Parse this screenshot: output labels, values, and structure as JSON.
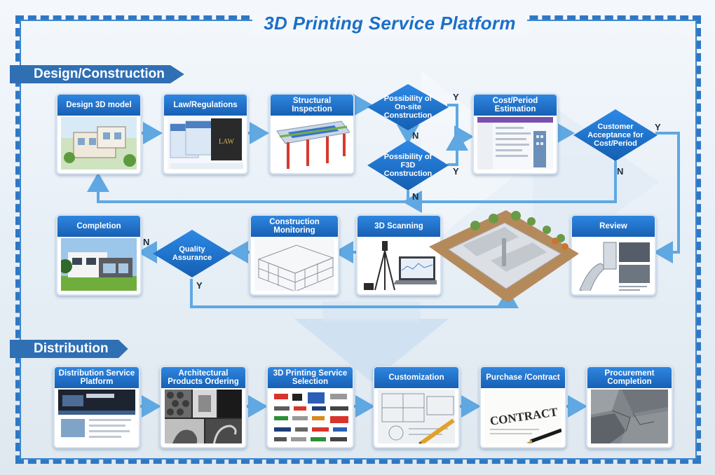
{
  "title": "3D Printing Service Platform",
  "sections": {
    "design": "Design/Construction",
    "distribution": "Distribution"
  },
  "design_cards": {
    "design_model": "Design 3D model",
    "law": "Law/Regulations",
    "law_book": "LAW",
    "structural": "Structural Inspection",
    "cost": "Cost/Period Estimation",
    "review": "Review",
    "scanning": "3D Scanning",
    "monitoring": "Construction Monitoring",
    "completion": "Completion"
  },
  "decisions": {
    "onsite": "Possibility of On-site Construction",
    "f3d": "Possibility of F3D Construction",
    "customer": "Customer Acceptance for Cost/Period",
    "quality": "Quality Assurance"
  },
  "yn": {
    "y": "Y",
    "n": "N"
  },
  "distribution_cards": {
    "platform": "Distribution Service Platform",
    "ordering": "Architectural Products Ordering",
    "selection": "3D Printing Service Selection",
    "custom": "Customization",
    "purchase": "Purchase /Contract",
    "contract_word": "CONTRACT",
    "procurement": "Procurement Completion"
  },
  "colors": {
    "frame": "#2f78c4",
    "title": "#1c6fc8",
    "banner": "#2f6fb4",
    "card_head": "#1760b4",
    "arrow": "#5fa8e2"
  }
}
